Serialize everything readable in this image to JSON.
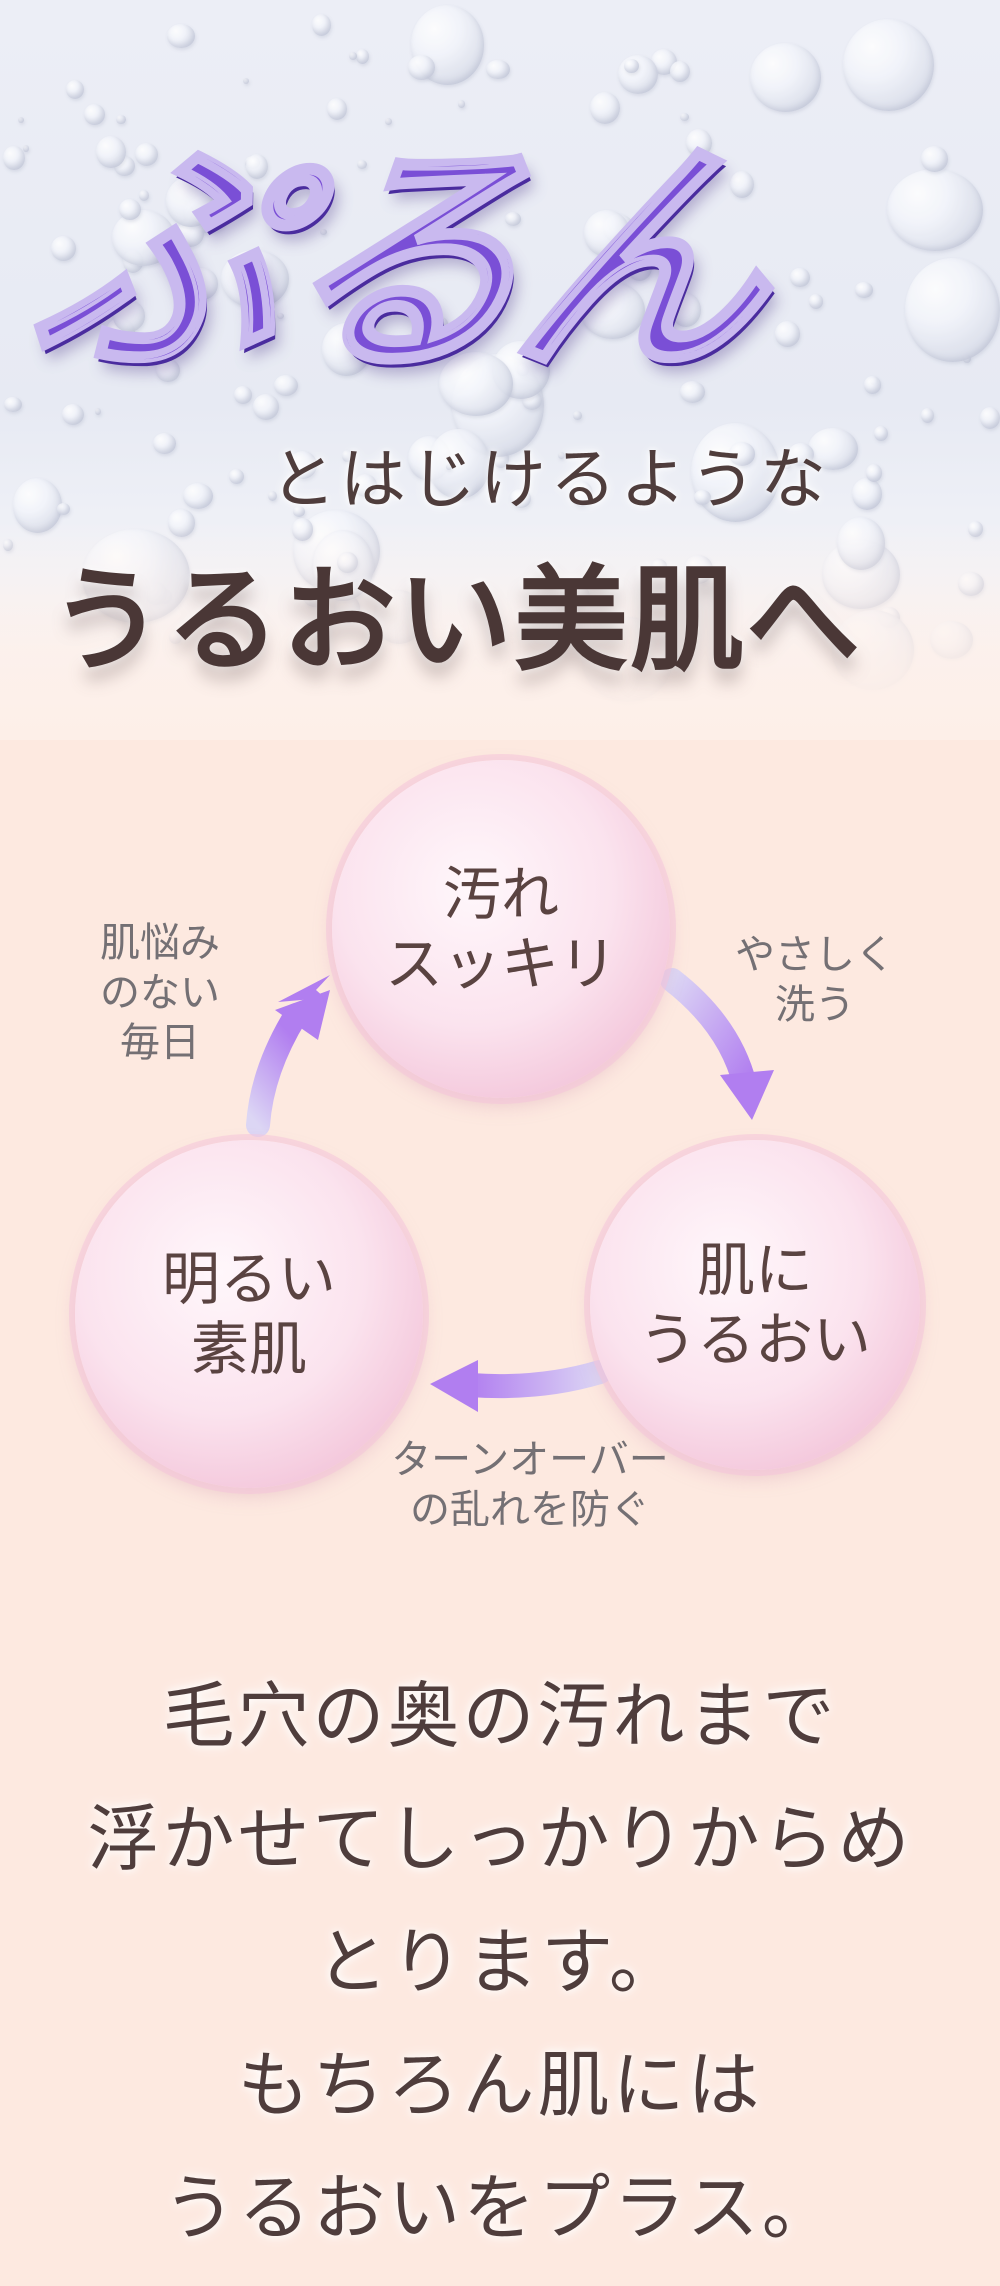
{
  "hero": {
    "brand_word": "ぷるん",
    "subtitle": "とはじけるような",
    "headline": "うるおい美肌へ"
  },
  "cycle": {
    "steps": [
      {
        "text": "汚れ\nスッキリ"
      },
      {
        "text": "肌に\nうるおい"
      },
      {
        "text": "明るい\n素肌"
      }
    ],
    "labels": {
      "wash": "やさしく\n洗う",
      "turnover": "ターンオーバー\nの乱れを防ぐ",
      "daily": "肌悩み\nのない\n毎日"
    },
    "colors": {
      "arrow_start": "#dcd6f4",
      "arrow_end": "#b17ef0",
      "bubble": "#f4c5da"
    }
  },
  "copy": {
    "lines": [
      "毛穴の奥の汚れまで",
      "浮かせてしっかりからめ",
      "とります。",
      "もちろん肌には",
      "うるおいをプラス。"
    ]
  },
  "colors": {
    "brand_purple": "#7a4fd6",
    "text_brown": "#4f3d3c",
    "background_peach": "#fde9e0"
  }
}
